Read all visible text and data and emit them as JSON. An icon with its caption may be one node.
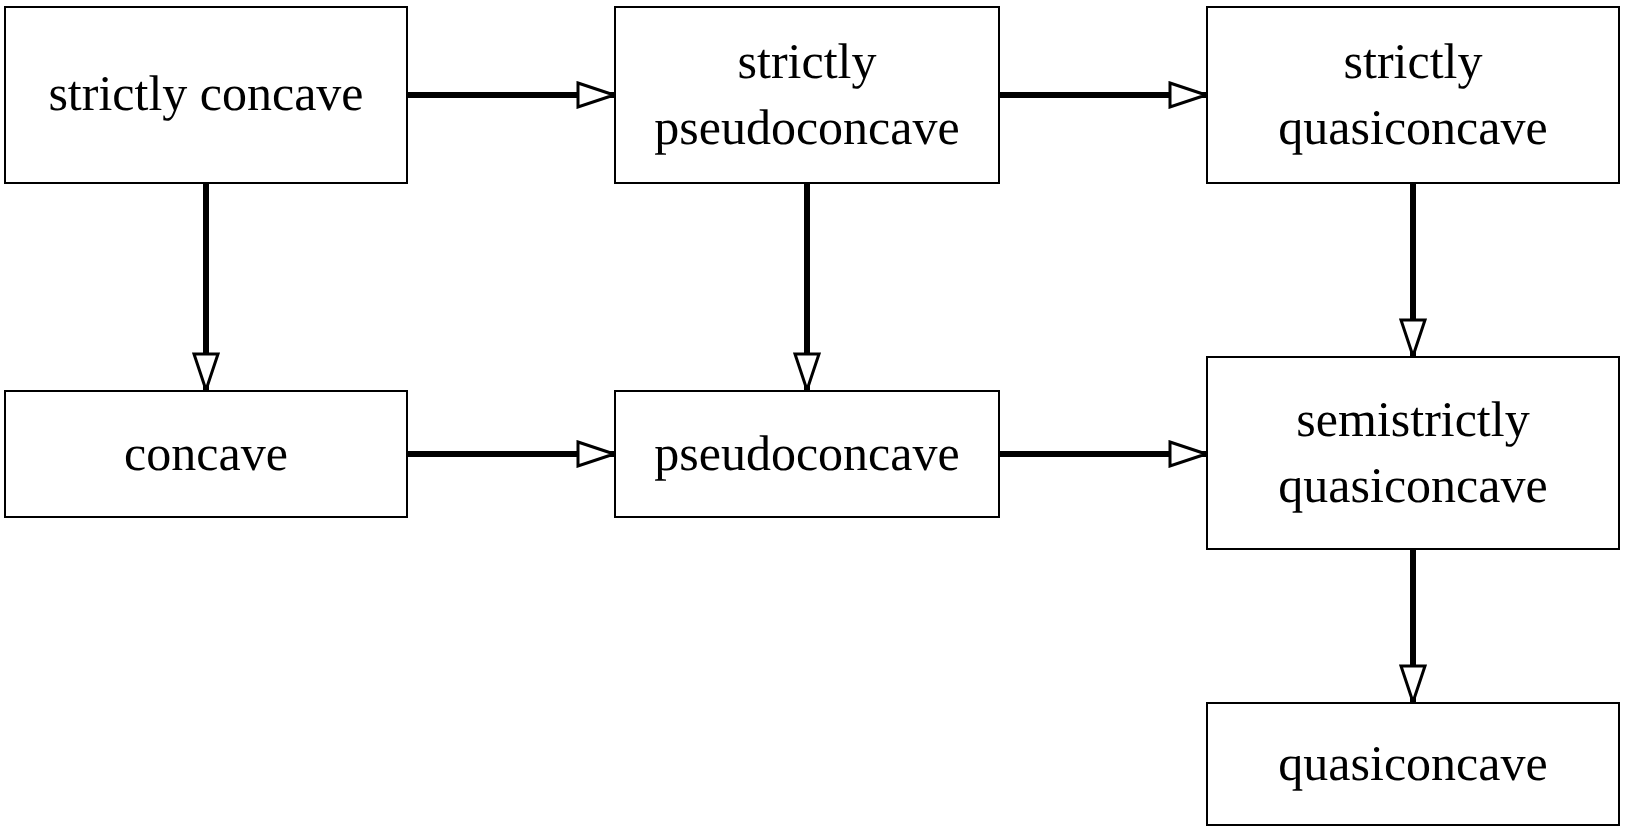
{
  "diagram": {
    "nodes": [
      {
        "text": [
          "strictly concave"
        ]
      },
      {
        "text": [
          "strictly pseudoconcave"
        ]
      },
      {
        "text": [
          "strictly quasiconcave"
        ]
      },
      {
        "text": [
          "concave"
        ]
      },
      {
        "text": [
          "pseudoconcave"
        ]
      },
      {
        "text": [
          "semistrictly quasiconcave"
        ]
      },
      {
        "text": [
          "quasiconcave"
        ]
      }
    ],
    "edges": [
      {
        "from": 0,
        "to": 1,
        "arrow": "to"
      },
      {
        "from": 1,
        "to": 2,
        "arrow": "to"
      },
      {
        "from": 0,
        "to": 3,
        "arrow": "to"
      },
      {
        "from": 1,
        "to": 4,
        "arrow": "to"
      },
      {
        "from": 2,
        "to": 5,
        "arrow": "to"
      },
      {
        "from": 3,
        "to": 4,
        "arrow": "to"
      },
      {
        "from": 4,
        "to": 5,
        "arrow": "to"
      },
      {
        "from": 5,
        "to": 6,
        "arrow": "to"
      }
    ]
  }
}
